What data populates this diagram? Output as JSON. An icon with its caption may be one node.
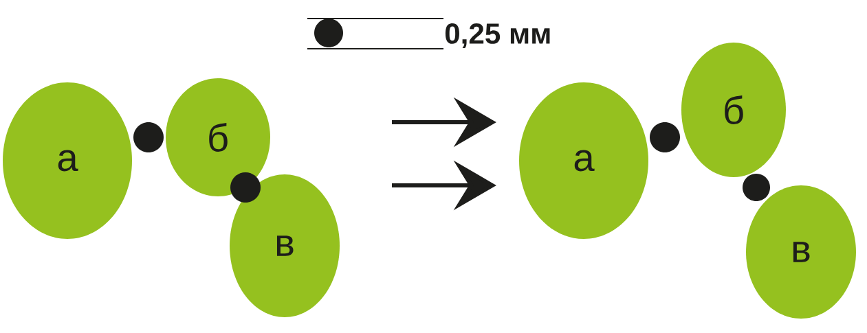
{
  "diagram": {
    "nodes": [
      {
        "text": [
          "а"
        ]
      },
      {
        "text": [
          "б"
        ]
      },
      {
        "text": [
          "в"
        ]
      },
      {
        "text": [
          "а"
        ]
      },
      {
        "text": [
          "б"
        ]
      },
      {
        "text": [
          "в"
        ]
      }
    ],
    "labels": [
      "0,25 мм"
    ]
  }
}
